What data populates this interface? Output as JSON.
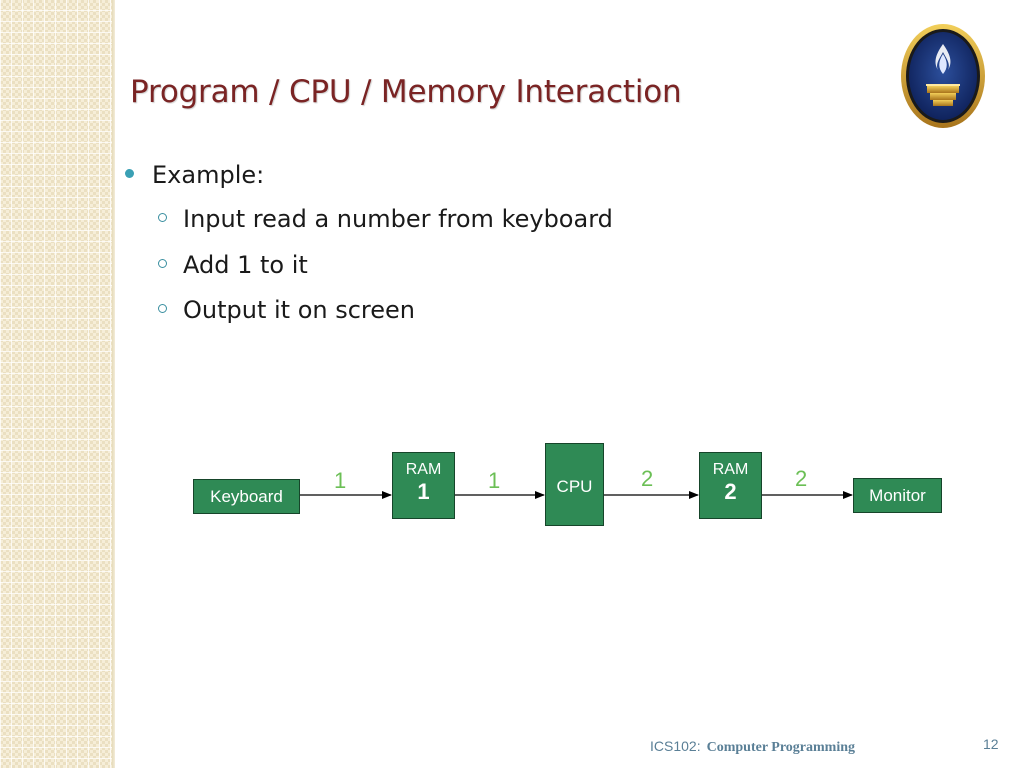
{
  "slide": {
    "title": "Program / CPU / Memory Interaction",
    "bullet": "Example:",
    "sub_bullets": [
      "Input read a number from keyboard",
      "Add 1 to it",
      "Output it on screen"
    ]
  },
  "diagram": {
    "nodes": {
      "keyboard": "Keyboard",
      "ram1_label": "RAM",
      "ram1_number": "1",
      "cpu": "CPU",
      "ram2_label": "RAM",
      "ram2_number": "2",
      "monitor": "Monitor"
    },
    "edge_labels": [
      "1",
      "1",
      "2",
      "2"
    ],
    "colors": {
      "box_fill": "#2f8a55",
      "box_border": "#16452a",
      "edge_label": "#6bbf55",
      "arrow": "#000000"
    }
  },
  "footer": {
    "course": "ICS102:",
    "subject": "Computer Programming",
    "page": "12"
  },
  "logo": {
    "icon": "university-seal-icon"
  },
  "colors": {
    "title": "#7a2424",
    "bullet_dot": "#3aa0b4",
    "footer_text": "#5a7f96",
    "side_strip": "#f6eed8"
  }
}
